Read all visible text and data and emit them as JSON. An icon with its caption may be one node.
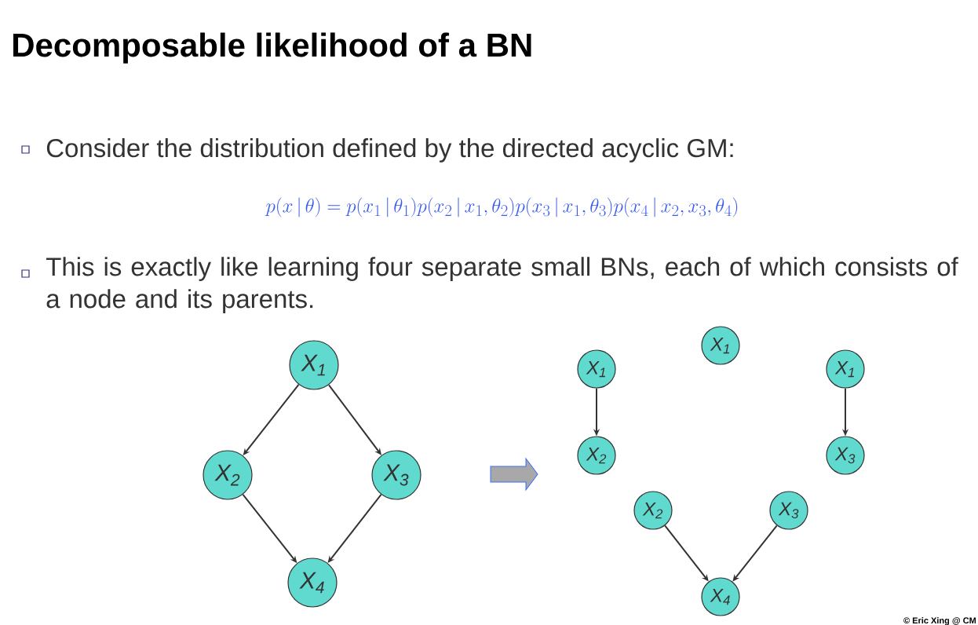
{
  "diagram": {
    "title": "Decomposable likelihood of a BN",
    "nodes": [
      {
        "text": [
          "X$_{1}$"
        ]
      },
      {
        "text": [
          "X$_{2}$"
        ]
      },
      {
        "text": [
          "X$_{3}$"
        ]
      },
      {
        "text": [
          "X$_{4}$"
        ]
      },
      {
        "text": [
          "X$_{1}$"
        ]
      },
      {
        "text": [
          "X$_{1}$"
        ]
      },
      {
        "text": [
          "X$_{1}$"
        ]
      },
      {
        "text": [
          "X$_{2}$"
        ]
      },
      {
        "text": [
          "X$_{3}$"
        ]
      },
      {
        "text": [
          "X$_{2}$"
        ]
      },
      {
        "text": [
          "X$_{3}$"
        ]
      },
      {
        "text": [
          "X$_{4}$"
        ]
      }
    ],
    "edges": [
      {
        "from": 0,
        "to": 1,
        "arrow": "to"
      },
      {
        "from": 0,
        "to": 2,
        "arrow": "to"
      },
      {
        "from": 1,
        "to": 3,
        "arrow": "to"
      },
      {
        "from": 2,
        "to": 3,
        "arrow": "to"
      },
      {
        "from": 4,
        "to": 7,
        "arrow": "to"
      },
      {
        "from": 6,
        "to": 8,
        "arrow": "to"
      },
      {
        "from": 9,
        "to": 11,
        "arrow": "to"
      },
      {
        "from": 10,
        "to": 11,
        "arrow": "to"
      }
    ],
    "labels": [
      "Consider the distribution defined by the directed acyclic GM:",
      "p(x\\,|\\,\\theta)=p(x_1\\,|\\,\\theta_1)p(x_2\\,|\\,x_1,\\theta_2)p(x_3\\,|\\,x_1,\\theta_3)p(x_4\\,|\\,x_2,x_3,\\theta_4)",
      "This is exactly like learning four separate small BNs, each of which consists of a node and its parents.",
      "© Eric Xing @ CM"
    ]
  }
}
